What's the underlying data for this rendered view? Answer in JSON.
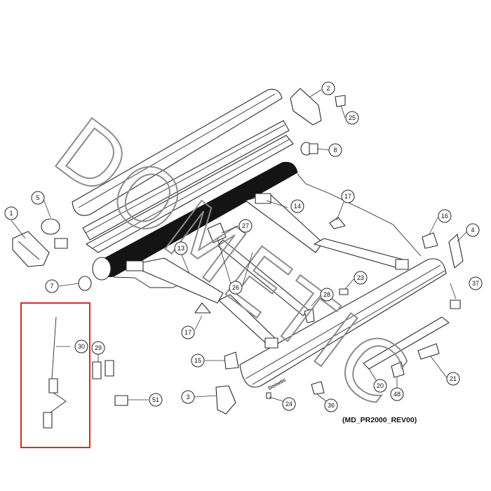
{
  "diagram": {
    "watermark": "DOMETIC",
    "drawing_code": "(MD_PR2000_REV00)",
    "rail_brand": "Dometic",
    "highlight_color": "#c9302c",
    "callouts": [
      "1",
      "2",
      "3",
      "4",
      "5",
      "7",
      "8",
      "13",
      "14",
      "15",
      "16",
      "17",
      "17",
      "20",
      "21",
      "23",
      "24",
      "25",
      "26",
      "27",
      "28",
      "29",
      "30",
      "36",
      "37",
      "48",
      "51"
    ]
  }
}
